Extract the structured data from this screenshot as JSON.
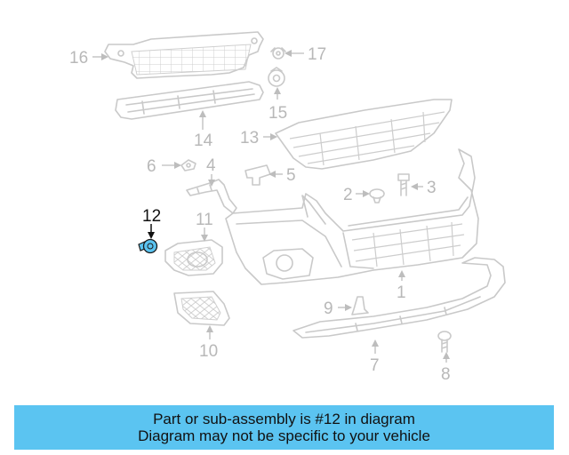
{
  "diagram": {
    "callouts": {
      "c1": "1",
      "c2": "2",
      "c3": "3",
      "c4": "4",
      "c5": "5",
      "c6": "6",
      "c7": "7",
      "c8": "8",
      "c9": "9",
      "c10": "10",
      "c11": "11",
      "c12": "12",
      "c13": "13",
      "c14": "14",
      "c15": "15",
      "c16": "16",
      "c17": "17"
    },
    "highlighted_part": "12",
    "highlight_color": "#5bc4f1"
  },
  "banner": {
    "line1": "Part or sub-assembly is #12 in diagram",
    "line2": "Diagram may not be specific to your vehicle",
    "background": "#5bc4f1"
  }
}
